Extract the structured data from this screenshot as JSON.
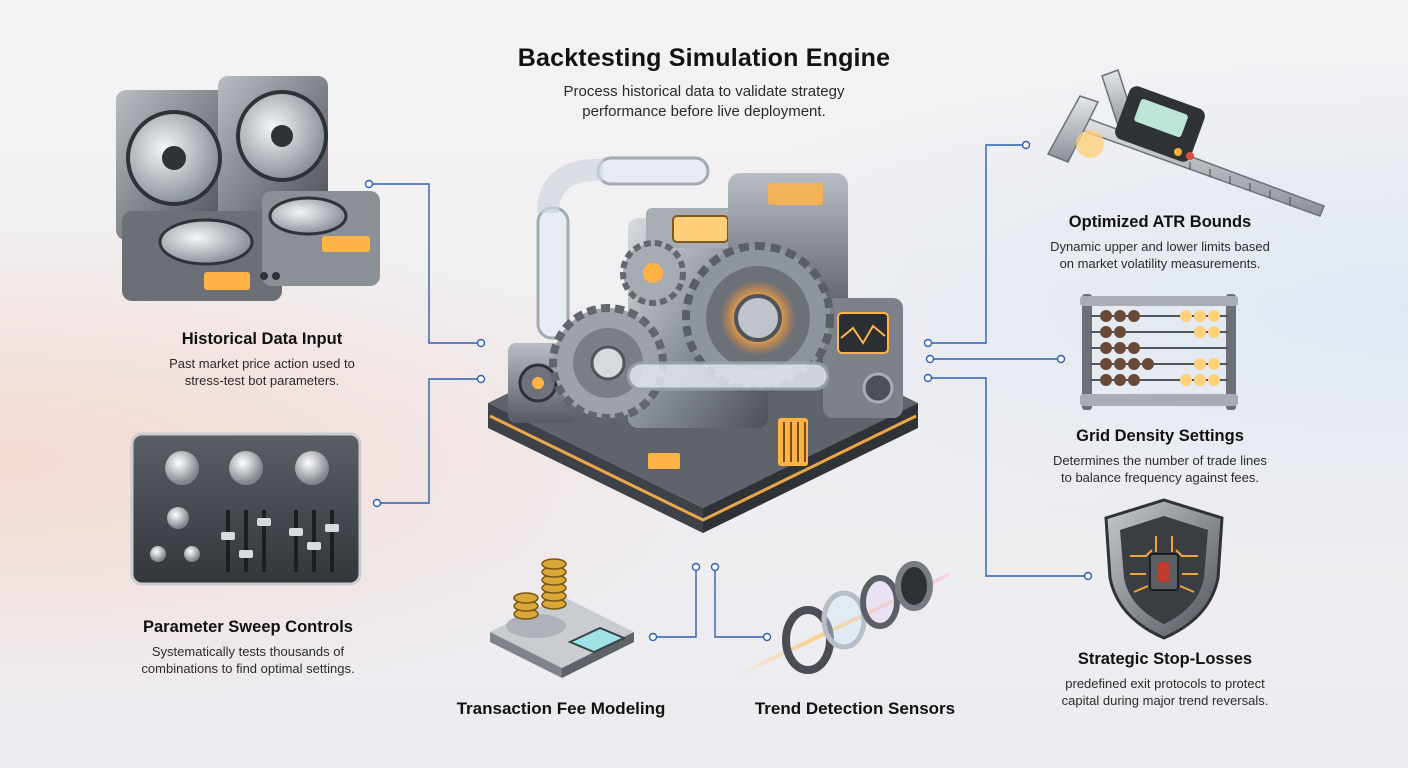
{
  "header": {
    "title": "Backtesting Simulation Engine",
    "subtitle_line1": "Process historical data to validate strategy",
    "subtitle_line2": "performance before live deployment."
  },
  "modules": {
    "historical_data": {
      "title": "Historical Data Input",
      "desc_line1": "Past market price action used to",
      "desc_line2": "stress-test bot parameters."
    },
    "parameter_sweep": {
      "title": "Parameter Sweep Controls",
      "desc_line1": "Systematically tests thousands of",
      "desc_line2": "combinations to find optimal settings."
    },
    "transaction_fee": {
      "title": "Transaction Fee Modeling"
    },
    "trend_detection": {
      "title": "Trend Detection Sensors"
    },
    "atr_bounds": {
      "title": "Optimized ATR Bounds",
      "desc_line1": "Dynamic upper and lower limits based",
      "desc_line2": "on market volatility measurements."
    },
    "grid_density": {
      "title": "Grid Density Settings",
      "desc_line1": "Determines the number of trade lines",
      "desc_line2": "to balance frequency against fees."
    },
    "stop_losses": {
      "title": "Strategic Stop-Losses",
      "desc_line1": "predefined exit protocols to protect",
      "desc_line2": "capital during major trend reversals."
    }
  },
  "colors": {
    "connector": "#2f5fb3",
    "glow": "#ffb347",
    "metal": "#9aa0a8"
  },
  "icons": {
    "engine": "gear-engine-icon",
    "historical_data": "tape-reel-icon",
    "parameter_sweep": "mixer-console-icon",
    "transaction_fee": "coin-scale-icon",
    "trend_detection": "lens-sensor-icon",
    "atr_bounds": "caliper-icon",
    "grid_density": "abacus-icon",
    "stop_losses": "shield-icon"
  }
}
